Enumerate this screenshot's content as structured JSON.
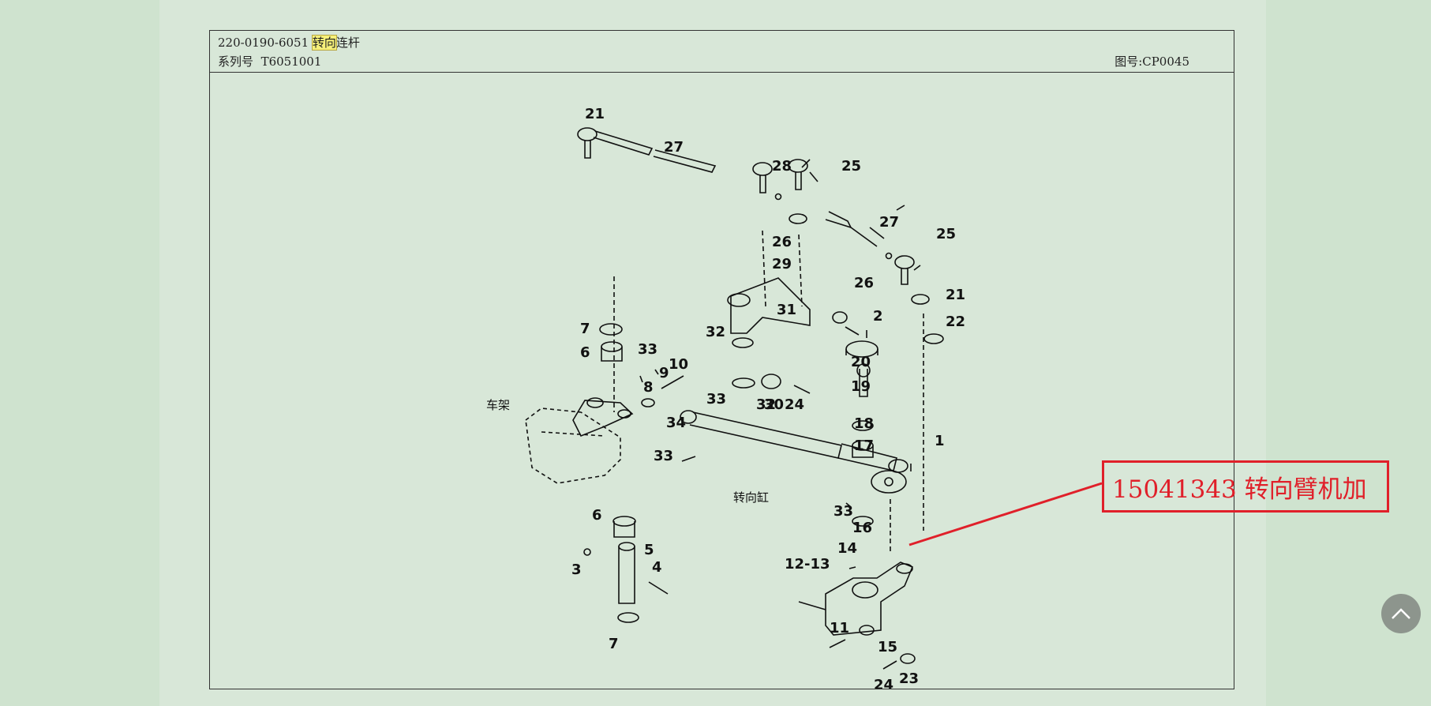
{
  "header": {
    "part_number": "220-0190-6051",
    "title_highlight": "转向",
    "title_rest": "连杆",
    "serial_label": "系列号",
    "serial_value": "T6051001",
    "figure_number": "图号:CP0045"
  },
  "diagram": {
    "callouts": [
      "21",
      "27",
      "28",
      "25",
      "27",
      "25",
      "26",
      "29",
      "26",
      "21",
      "31",
      "32",
      "2",
      "22",
      "20",
      "19",
      "30",
      "24",
      "32",
      "7",
      "6",
      "33",
      "9",
      "10",
      "8",
      "33",
      "34",
      "33",
      "18",
      "17",
      "1",
      "33",
      "16",
      "6",
      "5",
      "3",
      "4",
      "14",
      "12-13",
      "11",
      "15",
      "7",
      "24",
      "23"
    ],
    "frame_label": "车架",
    "cylinder_label": "转向缸"
  },
  "annotation": {
    "text": "15041343  转向臂机加",
    "color": "#e0202a"
  },
  "scroll_top": {
    "icon": "chevron-up-icon"
  }
}
